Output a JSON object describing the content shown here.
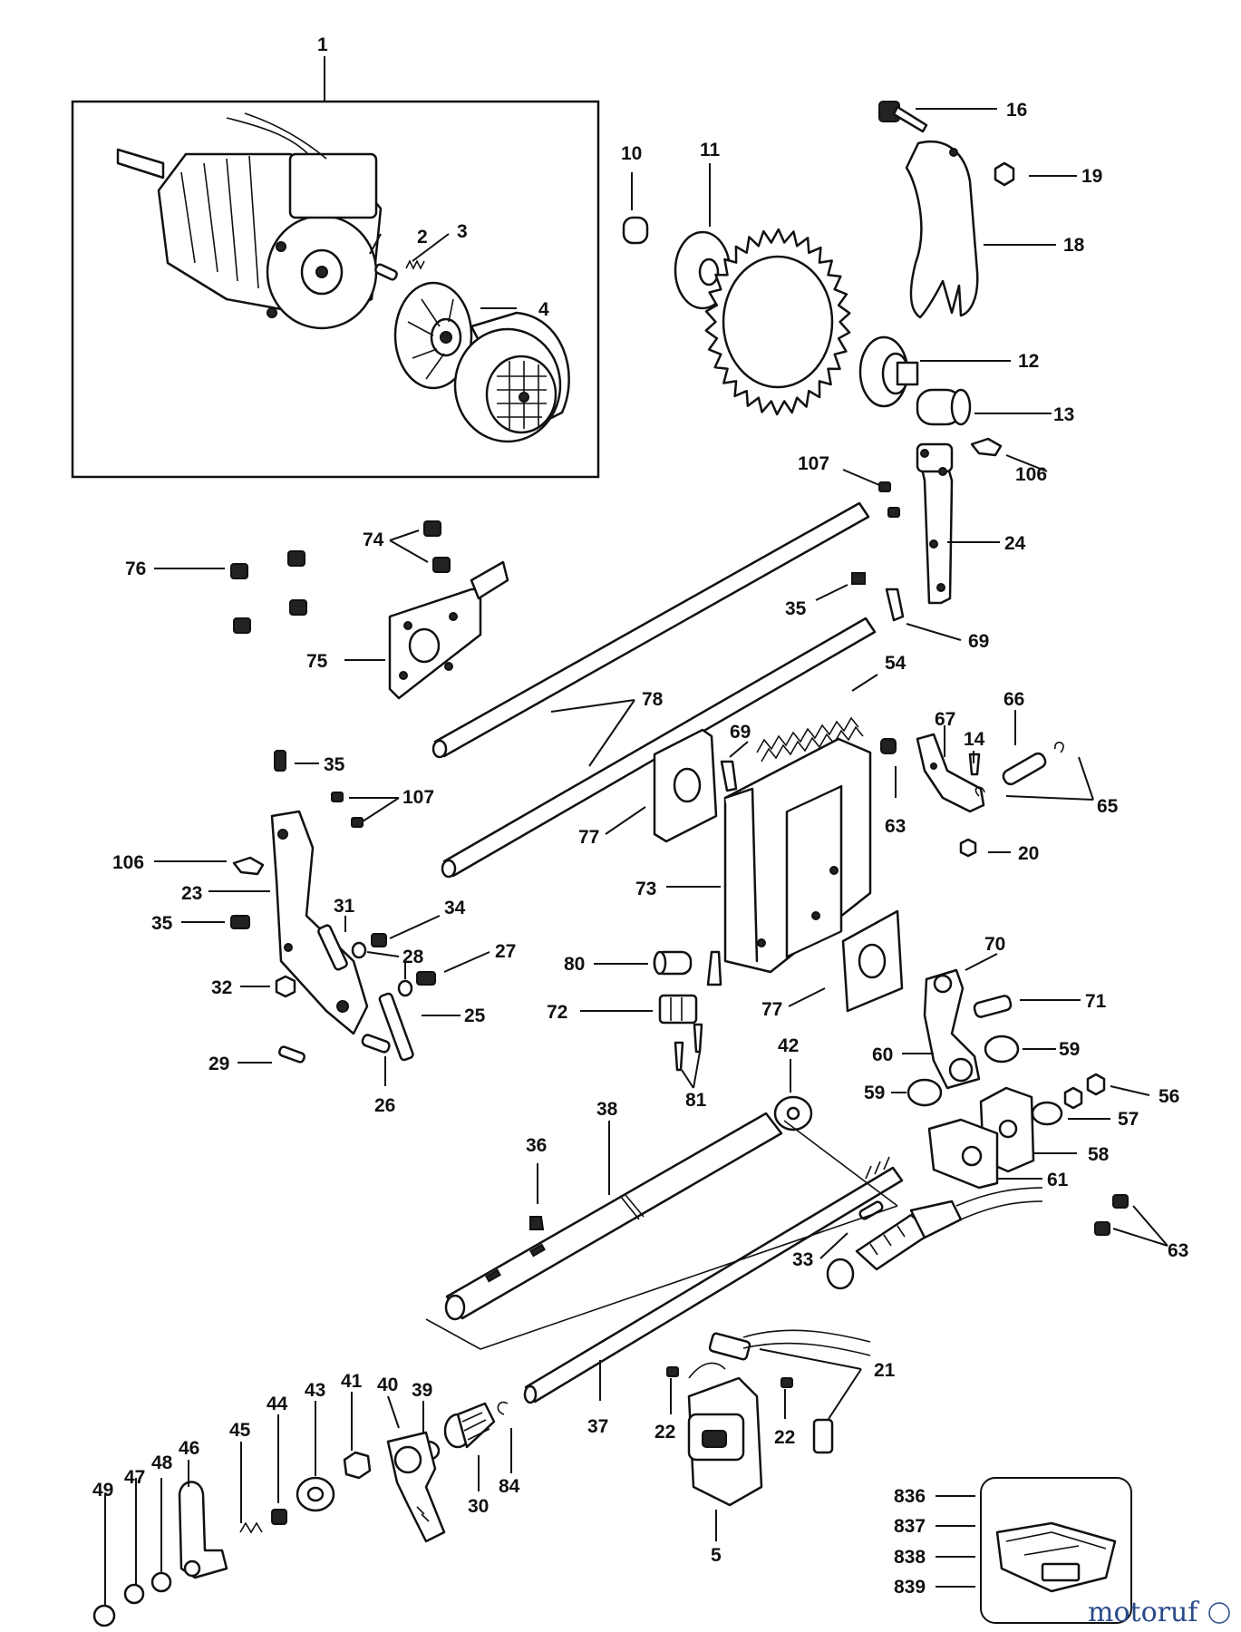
{
  "labels": {
    "l1": "1",
    "l2": "2",
    "l3": "3",
    "l4": "4",
    "l5": "5",
    "l10": "10",
    "l11": "11",
    "l12": "12",
    "l13": "13",
    "l14": "14",
    "l16": "16",
    "l18": "18",
    "l19": "19",
    "l20": "20",
    "l21": "21",
    "l22a": "22",
    "l22b": "22",
    "l23": "23",
    "l24": "24",
    "l25": "25",
    "l26": "26",
    "l27": "27",
    "l28": "28",
    "l29": "29",
    "l30": "30",
    "l31": "31",
    "l32": "32",
    "l33": "33",
    "l34": "34",
    "l35a": "35",
    "l35b": "35",
    "l35c": "35",
    "l36": "36",
    "l37": "37",
    "l38": "38",
    "l39": "39",
    "l40": "40",
    "l41": "41",
    "l42": "42",
    "l43": "43",
    "l44": "44",
    "l45": "45",
    "l46": "46",
    "l47": "47",
    "l48": "48",
    "l49": "49",
    "l54": "54",
    "l56": "56",
    "l57": "57",
    "l58": "58",
    "l59a": "59",
    "l59b": "59",
    "l60": "60",
    "l61": "61",
    "l63a": "63",
    "l63b": "63",
    "l65": "65",
    "l66": "66",
    "l67": "67",
    "l69a": "69",
    "l69b": "69",
    "l70": "70",
    "l71": "71",
    "l72": "72",
    "l73": "73",
    "l74": "74",
    "l75": "75",
    "l76": "76",
    "l77a": "77",
    "l77b": "77",
    "l78": "78",
    "l80": "80",
    "l81": "81",
    "l84": "84",
    "l106a": "106",
    "l106b": "106",
    "l107a": "107",
    "l107b": "107",
    "l836": "836",
    "l837": "837",
    "l838": "838",
    "l839": "839"
  },
  "watermark": "motoruf"
}
